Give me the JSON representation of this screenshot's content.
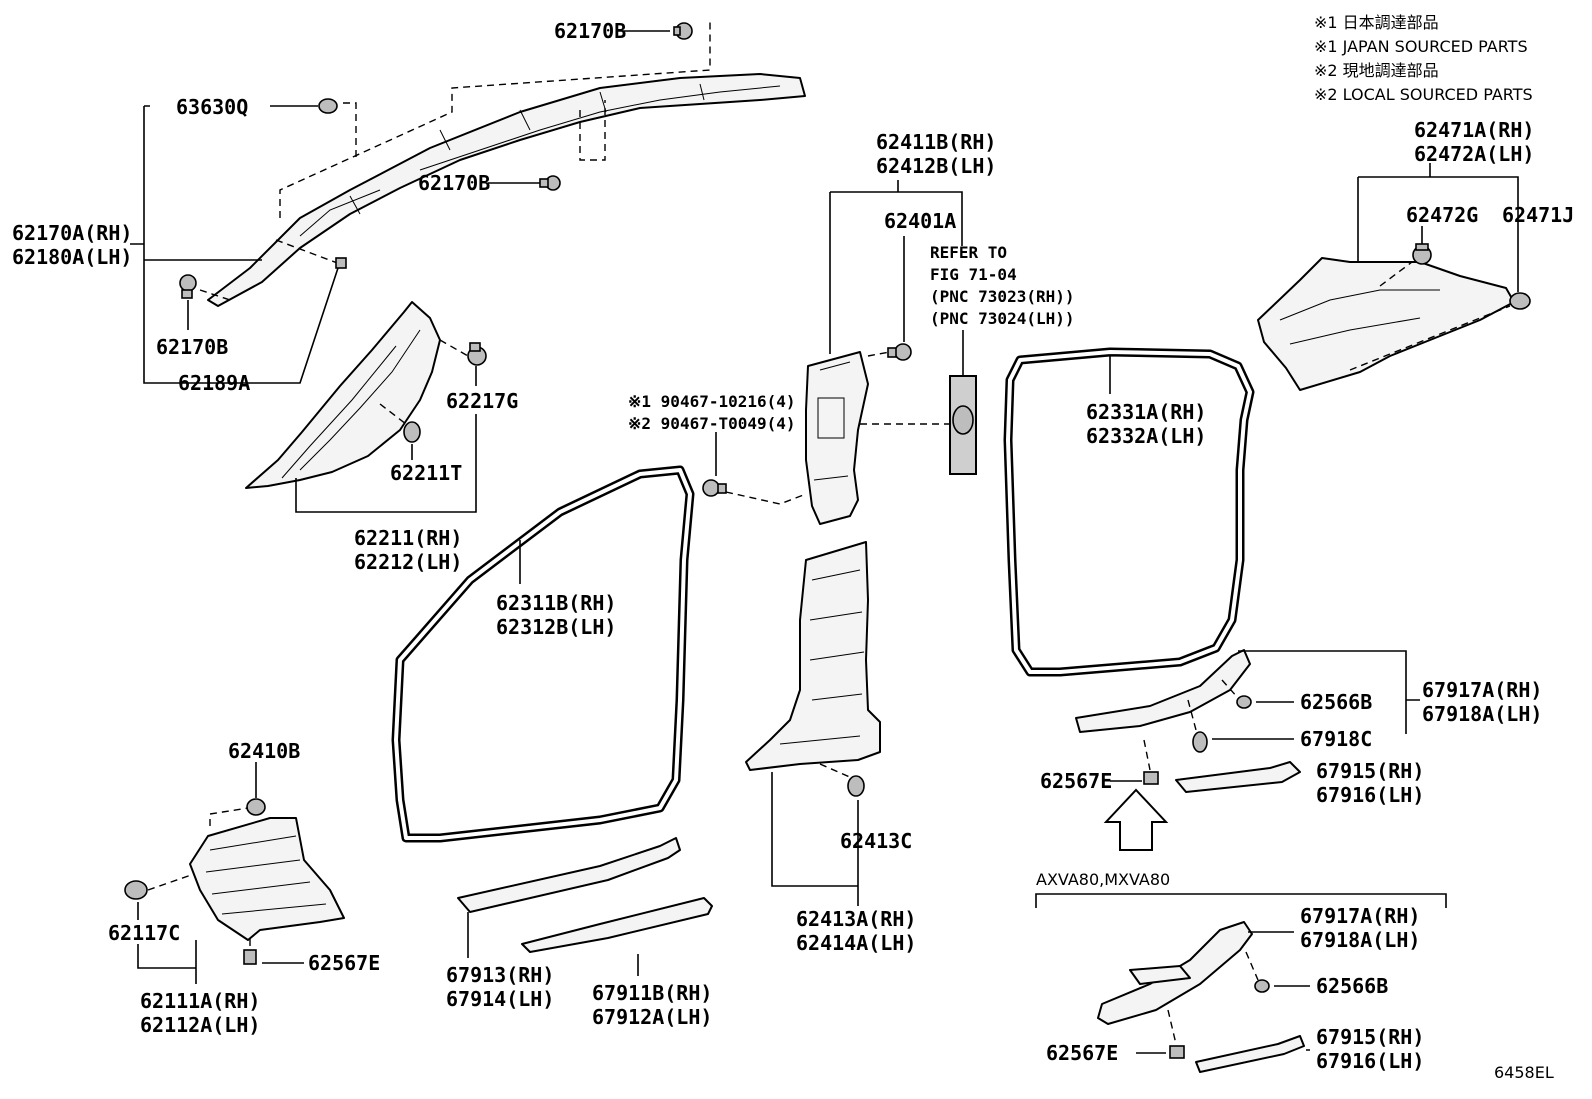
{
  "notes": [
    "※1 日本調達部品",
    "※1 JAPAN SOURCED PARTS",
    "※2 現地調達部品",
    "※2 LOCAL SOURCED PARTS"
  ],
  "labels": {
    "p62170B_top": "62170B",
    "p63630Q": "63630Q",
    "p62170B_mid": "62170B",
    "p62170A": "62170A(RH)",
    "p62180A": "62180A(LH)",
    "p62170B_low": "62170B",
    "p62189A": "62189A",
    "p62217G": "62217G",
    "p62211T": "62211T",
    "p62211": "62211(RH)",
    "p62212": "62212(LH)",
    "p62411B": "62411B(RH)",
    "p62412B": "62412B(LH)",
    "p62401A": "62401A",
    "refer1": "REFER TO",
    "refer2": "FIG 71-04",
    "refer3": "(PNC 73023(RH))",
    "refer4": "(PNC 73024(LH))",
    "screw1": "※1 90467-10216(4)",
    "screw2": "※2 90467-T0049(4)",
    "p62471A": "62471A(RH)",
    "p62472A": "62472A(LH)",
    "p62472G": "62472G",
    "p62471J": "62471J",
    "p62331A": "62331A(RH)",
    "p62332A": "62332A(LH)",
    "p62311B": "62311B(RH)",
    "p62312B": "62312B(LH)",
    "p62410B": "62410B",
    "p62117C": "62117C",
    "p62567E_l": "62567E",
    "p62111A": "62111A(RH)",
    "p62112A": "62112A(LH)",
    "p67913": "67913(RH)",
    "p67914": "67914(LH)",
    "p67911B": "67911B(RH)",
    "p67912A": "67912A(LH)",
    "p62413C": "62413C",
    "p62413A": "62413A(RH)",
    "p62414A": "62414A(LH)",
    "p67917A_1": "67917A(RH)",
    "p67918A_1": "67918A(LH)",
    "p62566B_1": "62566B",
    "p67918C": "67918C",
    "p62567E_r1": "62567E",
    "p67915_1": "67915(RH)",
    "p67916_1": "67916(LH)",
    "model": "AXVA80,MXVA80",
    "p67917A_2": "67917A(RH)",
    "p67918A_2": "67918A(LH)",
    "p62566B_2": "62566B",
    "p62567E_r2": "62567E",
    "p67915_2": "67915(RH)",
    "p67916_2": "67916(LH)",
    "code": "6458EL"
  }
}
